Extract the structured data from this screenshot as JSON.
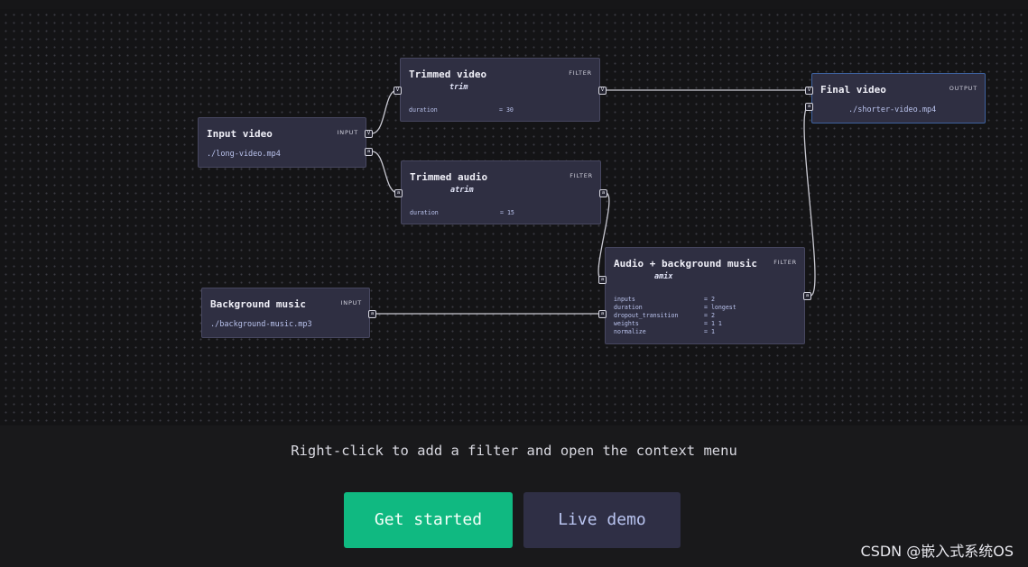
{
  "canvas": {
    "nodes": {
      "input_video": {
        "title": "Input video",
        "kind": "INPUT",
        "path": "./long-video.mp4",
        "ports": {
          "video": "V",
          "audio": "a"
        }
      },
      "trimmed_video": {
        "title": "Trimmed video",
        "kind": "FILTER",
        "filter": "trim",
        "params": [
          {
            "name": "duration",
            "value": "= 30"
          }
        ],
        "ports": {
          "in": "V",
          "out": "V"
        }
      },
      "trimmed_audio": {
        "title": "Trimmed audio",
        "kind": "FILTER",
        "filter": "atrim",
        "params": [
          {
            "name": "duration",
            "value": "= 15"
          }
        ],
        "ports": {
          "in": "a",
          "out": "a"
        }
      },
      "final_video": {
        "title": "Final video",
        "kind": "OUTPUT",
        "path": "./shorter-video.mp4",
        "ports": {
          "video": "V",
          "audio": "a"
        }
      },
      "background_music": {
        "title": "Background music",
        "kind": "INPUT",
        "path": "./background-music.mp3",
        "ports": {
          "audio": "a"
        }
      },
      "audio_mix": {
        "title": "Audio + background music",
        "kind": "FILTER",
        "filter": "amix",
        "params": [
          {
            "name": "inputs",
            "value": "= 2"
          },
          {
            "name": "duration",
            "value": "= longest"
          },
          {
            "name": "dropout_transition",
            "value": "= 2"
          },
          {
            "name": "weights",
            "value": "= 1 1"
          },
          {
            "name": "normalize",
            "value": "= 1"
          }
        ],
        "ports": {
          "in1": "a",
          "in2": "a",
          "out": "a"
        }
      }
    }
  },
  "hint": "Right-click to add a filter and open the context menu",
  "buttons": {
    "get_started": "Get started",
    "live_demo": "Live demo"
  },
  "watermark": "CSDN @嵌入式系统OS",
  "colors": {
    "primary_button": "#10b981",
    "secondary_button": "#2f2f45",
    "node_background": "#2f2f42",
    "output_border": "#3e62a0"
  }
}
